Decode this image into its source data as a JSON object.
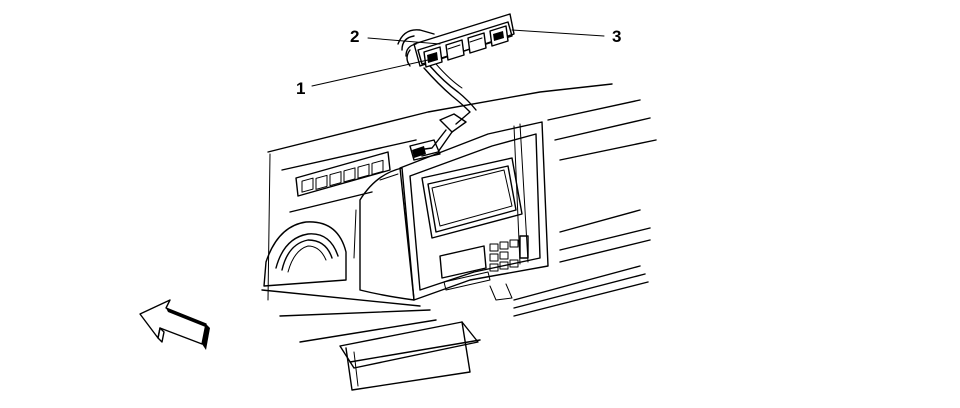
{
  "callouts": [
    {
      "id": "1",
      "label": "1"
    },
    {
      "id": "2",
      "label": "2"
    },
    {
      "id": "3",
      "label": "3"
    }
  ],
  "colors": {
    "ink": "#000000",
    "background": "#ffffff"
  },
  "icons": {
    "direction_arrow": "forward-arrow-icon"
  }
}
